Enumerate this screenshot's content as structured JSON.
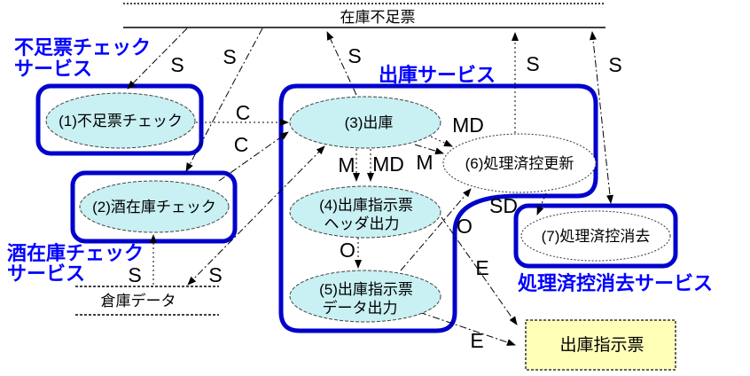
{
  "stores": {
    "top": {
      "label": "在庫不足票"
    },
    "warehouse": {
      "label": "倉庫データ"
    }
  },
  "services": {
    "shortage_check": {
      "line1": "不足票チェック",
      "line2": "サービス"
    },
    "liquor_stock_check": {
      "line1": "酒在庫チェック",
      "line2": "サービス"
    },
    "shipping": {
      "label": "出庫サービス"
    },
    "processed_copy_delete": {
      "label": "処理済控消去サービス"
    }
  },
  "processes": {
    "p1": {
      "label": "(1)不足票チェック"
    },
    "p2": {
      "label": "(2)酒在庫チェック"
    },
    "p3": {
      "label": "(3)出庫"
    },
    "p4": {
      "line1": "(4)出庫指示票",
      "line2": "ヘッダ出力"
    },
    "p5": {
      "line1": "(5)出庫指示票",
      "line2": "データ出力"
    },
    "p6": {
      "label": "(6)処理済控更新"
    },
    "p7": {
      "label": "(7)処理済控消去"
    }
  },
  "output_doc": {
    "label": "出庫指示票"
  },
  "edge_labels": {
    "s1": "S",
    "s2": "S",
    "s3": "S",
    "s4": "S",
    "s5": "S",
    "s6": "S",
    "s7": "S",
    "c1": "C",
    "c2": "C",
    "m1": "M",
    "md1": "MD",
    "m2": "M",
    "md2": "MD",
    "o1": "O",
    "o2": "O",
    "sd": "SD",
    "e1": "E",
    "e2": "E"
  },
  "colors": {
    "service_border": "#0000cc",
    "service_label_text": "#0000ff",
    "process_fill": "#c9f0f2",
    "output_fill": "#ffffb8",
    "connector": "#000000"
  }
}
